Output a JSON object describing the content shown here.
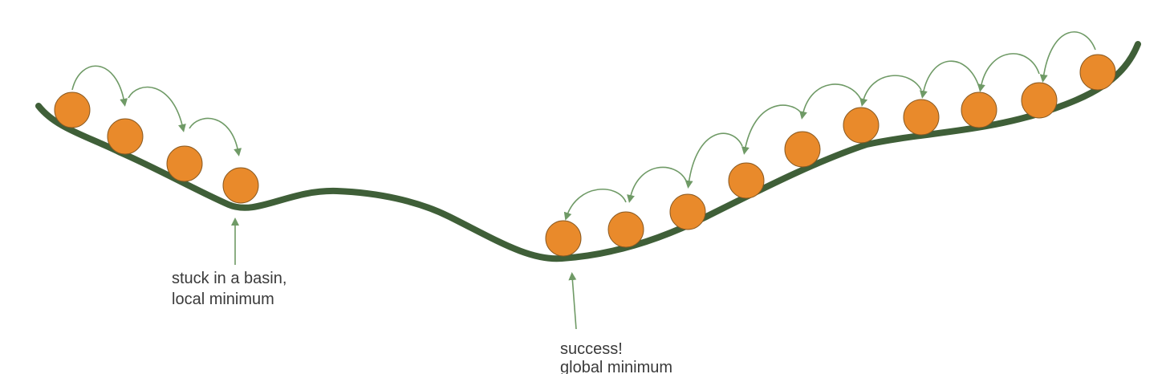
{
  "colors": {
    "background": "#ffffff",
    "terrain": "#3f5f38",
    "ball_fill": "#e98a2b",
    "ball_stroke": "#8a5a22",
    "arrow": "#6f9a66",
    "text": "#3a3a3a"
  },
  "annotations": {
    "local_minimum": {
      "line1": "stuck in a basin,",
      "line2": "local minimum"
    },
    "global_minimum": {
      "line1": "success!",
      "line2": "global minimum"
    }
  },
  "icons": {
    "terrain": "terrain-curve",
    "ball": "ball-icon",
    "hop_arrow": "curved-arrow-icon",
    "pointer_arrow": "up-arrow-icon"
  }
}
